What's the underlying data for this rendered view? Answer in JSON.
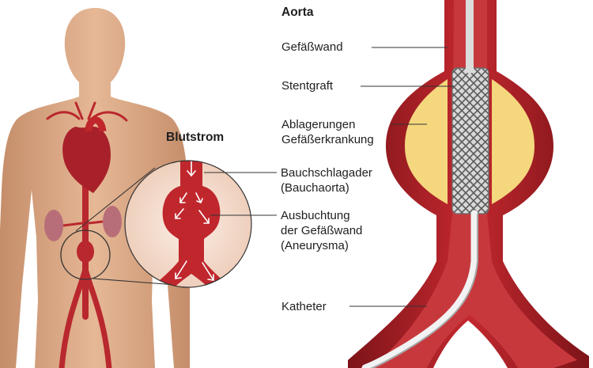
{
  "labels": {
    "aorta": "Aorta",
    "blood_flow": "Blutstrom",
    "vessel_wall": "Gefäßwand",
    "stentgraft": "Stentgraft",
    "deposits_line1": "Ablagerungen",
    "deposits_line2": "Gefäßerkrankung",
    "abdominal_line1": "Bauchschlagader",
    "abdominal_line2": "(Bauchaorta)",
    "bulge_line1": "Ausbuchtung",
    "bulge_line2": "der Gefäßwand",
    "bulge_line3": "(Aneurysma)",
    "catheter": "Katheter"
  },
  "colors": {
    "body_skin": "#e0ad8a",
    "body_shadow": "#c99371",
    "artery_red": "#c0272d",
    "artery_dark": "#8e1a1f",
    "heart": "#a8202a",
    "kidney": "#b86e78",
    "plaque_yellow": "#f5d77e",
    "stent_gray": "#9a9a9a",
    "catheter_white": "#f2f2f2",
    "zoom_bg": "#f6e2d6"
  }
}
